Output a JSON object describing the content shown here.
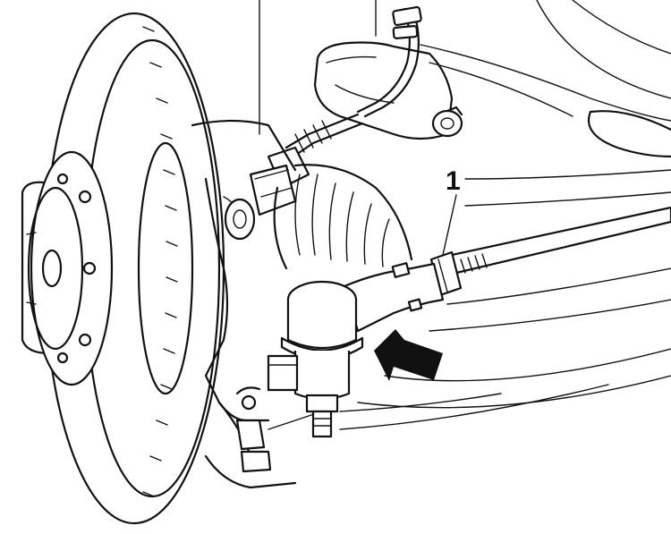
{
  "callouts": [
    {
      "label": "1",
      "target": "tie-rod-adjusting-nut"
    }
  ],
  "arrow": {
    "points_to": "tie-rod-end-ball-joint",
    "color": "#111111"
  },
  "colors": {
    "line": "#111111",
    "background": "#ffffff"
  }
}
